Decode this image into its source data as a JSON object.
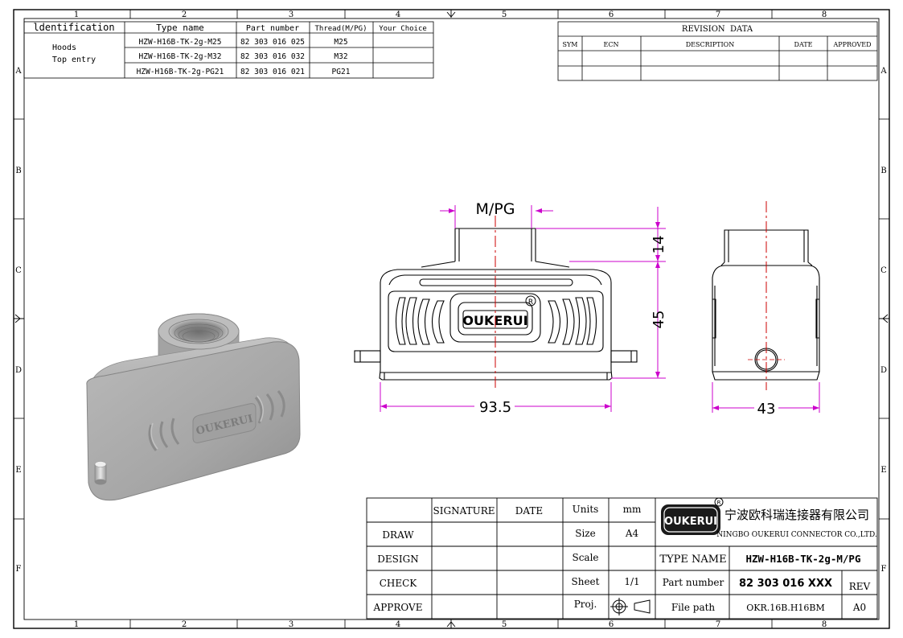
{
  "frame": {
    "columns": [
      "1",
      "2",
      "3",
      "4",
      "5",
      "6",
      "7",
      "8"
    ],
    "rows": [
      "A",
      "B",
      "C",
      "D",
      "E",
      "F"
    ]
  },
  "ident_table": {
    "headers": [
      "ldentification",
      "Type name",
      "Part number",
      "Thread(M/PG)",
      "Your Choice"
    ],
    "identification": [
      "Hoods",
      "Top entry"
    ],
    "rows": [
      {
        "type_name": "HZW-H16B-TK-2g-M25",
        "part_number": "82 303 016 025",
        "thread": "M25"
      },
      {
        "type_name": "HZW-H16B-TK-2g-M32",
        "part_number": "82 303 016 032",
        "thread": "M32"
      },
      {
        "type_name": "HZW-H16B-TK-2g-PG21",
        "part_number": "82 303 016 021",
        "thread": "PG21"
      }
    ]
  },
  "revision_table": {
    "title": "REVISION  DATA",
    "headers": [
      "SYM",
      "ECN",
      "DESCRIPTION",
      "DATE",
      "APPROVED"
    ]
  },
  "front_view": {
    "thread_label": "M/PG",
    "logo_text": "OUKERUI",
    "registered": "R",
    "dim_height_top": "14",
    "dim_height_body": "45",
    "dim_width": "93.5"
  },
  "side_view": {
    "dim_width": "43"
  },
  "iso_view": {
    "logo_text": "OUKERUI"
  },
  "title_block": {
    "col_signature": "SIGNATURE",
    "col_date": "DATE",
    "roles": [
      "DRAW",
      "DESIGN",
      "CHECK",
      "APPROVE"
    ],
    "units_label": "Units",
    "units_value": "mm",
    "size_label": "Size",
    "size_value": "A4",
    "scale_label": "Scale",
    "scale_value": "",
    "sheet_label": "Sheet",
    "sheet_value": "1/1",
    "proj_label": "Proj.",
    "company_logo": "OUKERUI",
    "company_cn": "宁波欧科瑞连接器有限公司",
    "company_en": "NINGBO OUKERUI CONNECTOR CO.,LTD.",
    "type_name_label": "TYPE NAME",
    "type_name_value": "HZW-H16B-TK-2g-M/PG",
    "part_number_label": "Part number",
    "part_number_value": "82 303 016 XXX",
    "rev_label": "REV",
    "file_path_label": "File path",
    "file_path_value": "OKR.16B.H16BM",
    "rev_value": "A0"
  },
  "colors": {
    "line": "#000000",
    "dimension": "#cc00cc",
    "centerline": "#cc0000",
    "body_fill": "#a8a8a8",
    "body_shadow": "#8e8e8e"
  }
}
